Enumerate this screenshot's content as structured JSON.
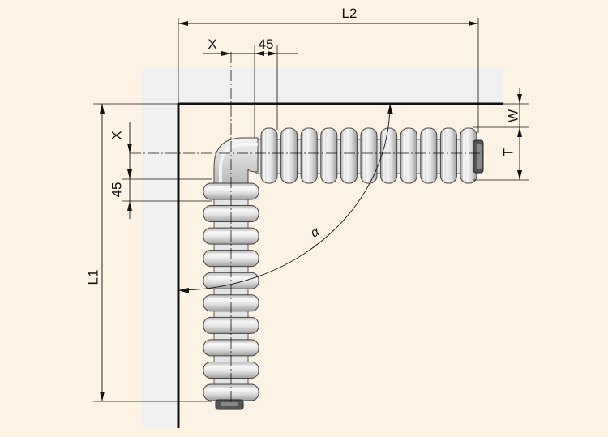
{
  "labels": {
    "l2": "L2",
    "x_top": "X",
    "dim45_top": "45",
    "w": "W",
    "t": "T",
    "x_left": "X",
    "dim45_left": "45",
    "l1": "L1",
    "alpha": "α"
  },
  "colors": {
    "background": "#fdf3e4",
    "wall_shade": "#f0f0f0",
    "wall_line": "#111111",
    "fin_fill": "#dadada",
    "fin_highlight": "#f7f7f7",
    "dimension_line": "#111111"
  },
  "radiator": {
    "horizontal_fins": 11,
    "vertical_fins": 10
  }
}
